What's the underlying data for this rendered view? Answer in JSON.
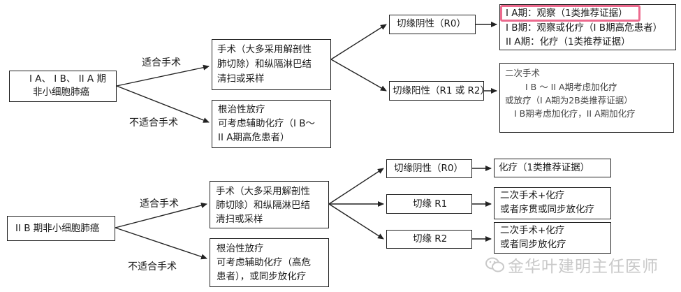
{
  "top": {
    "start": {
      "line1": "I A、 I B、 II A 期",
      "line2": "非小细胞肺癌"
    },
    "edge_surgery": "适合手术",
    "edge_no_surgery": "不适合手术",
    "surgery": {
      "line1": "手术（大多采用解剖性",
      "line2": "肺切除）和纵隔淋巴结",
      "line3": "清扫或采样"
    },
    "radio": {
      "line1": "根治性放疗",
      "line2": "可考虑辅助化疗（I B～",
      "line3": "II A期高危患者）"
    },
    "r0": "切缘阴性（R0）",
    "r12": "切缘阳性（R1 或 R2）",
    "r0_result": {
      "line1": "I A期：观察（1类推荐证据）",
      "line2": "I B期：观察或化疗（I B期高危患者）",
      "line3": "II A期：化疗（1类推荐证据）"
    },
    "r12_result": {
      "line1": "二次手术",
      "line2": "I B ～ II A期考虑加化疗",
      "line3": "或放疗（I A期为2B类推荐证据）",
      "line4": "I B期考虑加化疗，II A期加化疗"
    }
  },
  "bottom": {
    "start": "II B 期非小细胞肺癌",
    "edge_surgery": "适合手术",
    "edge_no_surgery": "不适合手术",
    "surgery": {
      "line1": "手术（大多采用解剖性",
      "line2": "肺切除）和纵隔淋巴结",
      "line3": "清扫或采样"
    },
    "radio": {
      "line1": "根治性放疗",
      "line2": "可考虑辅助化疗（高危",
      "line3": "患者），或同步放化疗"
    },
    "r0": "切缘阴性（R0）",
    "r1": "切缘 R1",
    "r2": "切缘 R2",
    "r0_result": "化疗（1类推荐证据）",
    "r1_result": {
      "line1": "二次手术+化疗",
      "line2": "或者序贯或同步放化疗"
    },
    "r2_result": {
      "line1": "二次手术+化疗",
      "line2": "或者同步放化疗"
    }
  },
  "watermark": "金华叶建明主任医师",
  "colors": {
    "highlight": "#ec6a8e",
    "line": "#222222"
  }
}
